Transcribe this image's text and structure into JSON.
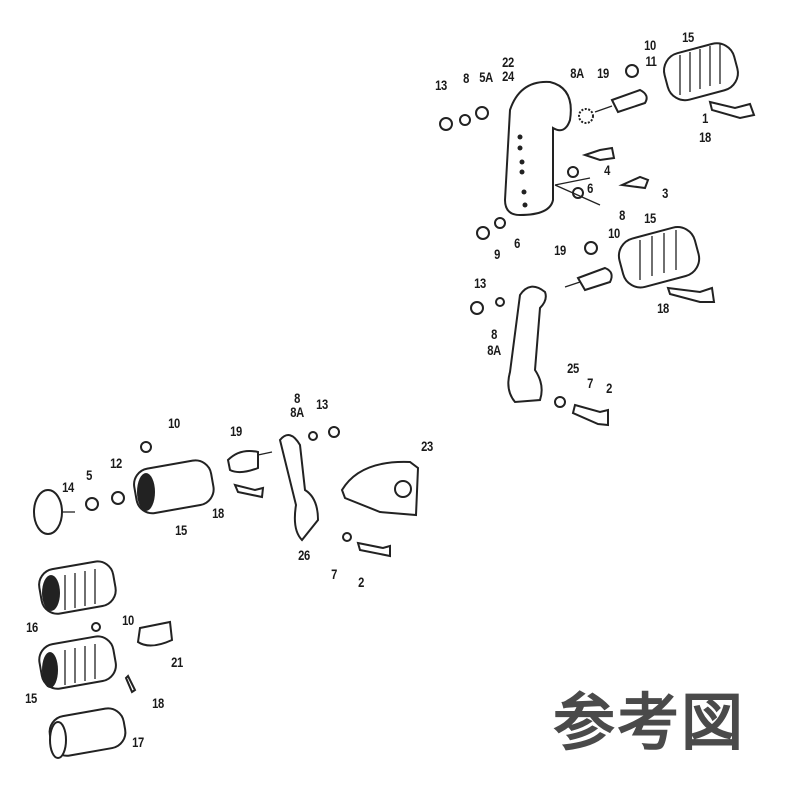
{
  "diagram": {
    "title_stamp": "参考図",
    "top_cluster_labels": [
      "13",
      "8",
      "5A",
      "22",
      "24",
      "8A",
      "19",
      "10",
      "11",
      "15",
      "1",
      "18",
      "4",
      "6",
      "3",
      "8",
      "15",
      "10",
      "6",
      "9",
      "19",
      "13",
      "18",
      "8",
      "8A",
      "25",
      "7",
      "2"
    ],
    "bottom_cluster_labels": [
      "8",
      "8A",
      "13",
      "10",
      "19",
      "23",
      "12",
      "5",
      "14",
      "18",
      "15",
      "26",
      "7",
      "2",
      "16",
      "10",
      "21",
      "15",
      "18",
      "17"
    ]
  }
}
